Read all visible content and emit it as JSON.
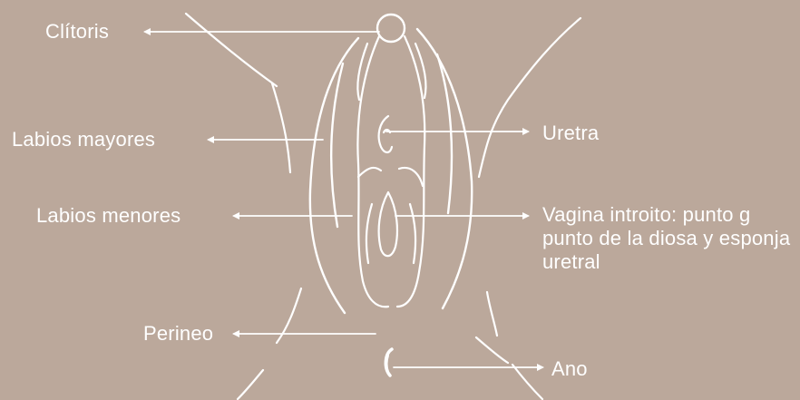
{
  "diagram": {
    "labels": {
      "clitoris": "Clítoris",
      "labios_mayores": "Labios mayores",
      "labios_menores": "Labios menores",
      "perineo": "Perineo",
      "uretra": "Uretra",
      "vagina": "Vagina introito: punto g punto de la diosa y esponja uretral",
      "ano": "Ano"
    },
    "colors": {
      "background": "#bba89b",
      "line": "#ffffff"
    }
  }
}
